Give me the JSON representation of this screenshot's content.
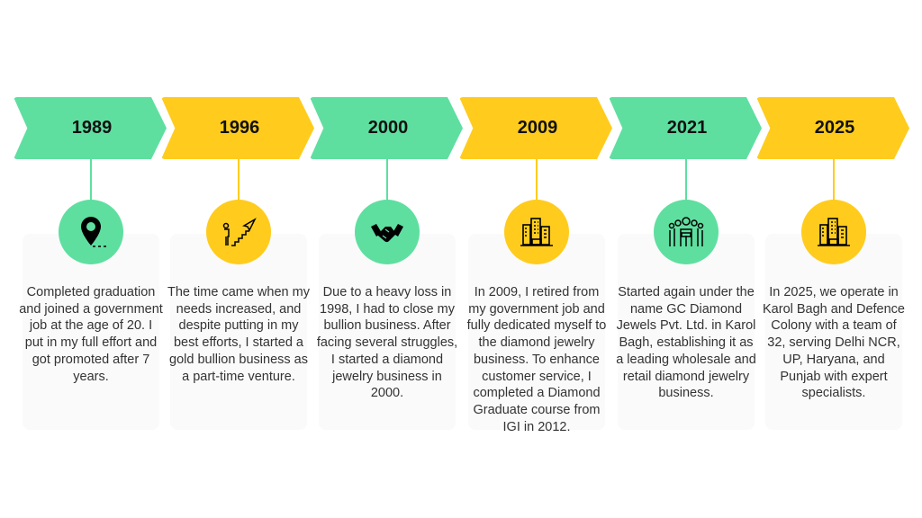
{
  "colors": {
    "green": "#5EDFA0",
    "yellow": "#FFCC1D"
  },
  "milestones": [
    {
      "year": "1989",
      "icon": "map-pin-icon",
      "text": "Completed graduation and joined a government job at the age of 20. I put in my full effort and got promoted after 7 years."
    },
    {
      "year": "1996",
      "icon": "stairs-climb-icon",
      "text": "The time came when my needs increased, and despite putting in my best efforts, I started a gold bullion business as a part-time venture."
    },
    {
      "year": "2000",
      "icon": "handshake-icon",
      "text": "Due to a heavy loss in 1998, I had to close my bullion business. After facing several struggles, I started a diamond jewelry business in 2000."
    },
    {
      "year": "2009",
      "icon": "buildings-icon",
      "text": "In 2009, I retired from my government job and fully dedicated myself to the diamond jewelry business. To enhance customer service, I completed a Diamond Graduate course from IGI in 2012."
    },
    {
      "year": "2021",
      "icon": "team-icon",
      "text": "Started again under the name GC Diamond Jewels Pvt. Ltd. in Karol Bagh, establishing it as a leading wholesale and retail diamond jewelry business."
    },
    {
      "year": "2025",
      "icon": "buildings-icon",
      "text": "In 2025, we operate in Karol Bagh and Defence Colony with a team of 32, serving Delhi NCR, UP, Haryana, and Punjab with expert specialists."
    }
  ]
}
